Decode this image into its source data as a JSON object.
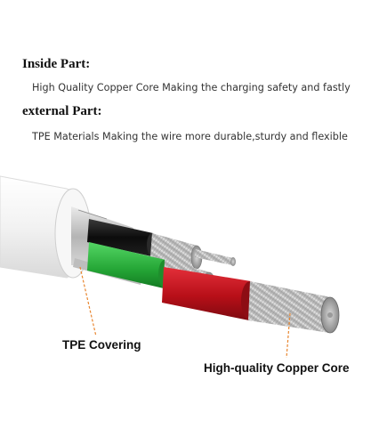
{
  "sections": [
    {
      "heading": "Inside Part:",
      "text": "High Quality Copper Core Making the charging safety and fastly"
    },
    {
      "heading": "external Part:",
      "text": "TPE Materials Making the wire more durable,sturdy and flexible"
    }
  ],
  "callouts": {
    "tpe": "TPE Covering",
    "copper": "High-quality Copper Core"
  },
  "colors": {
    "jacket": "#f4f4f4",
    "shield": "#c9c9c9",
    "black_wire": "#141414",
    "green_wire": "#27b53b",
    "red_wire": "#c9151f",
    "copper_strands": "#b9b9b9",
    "leader_line": "#e8852e"
  }
}
